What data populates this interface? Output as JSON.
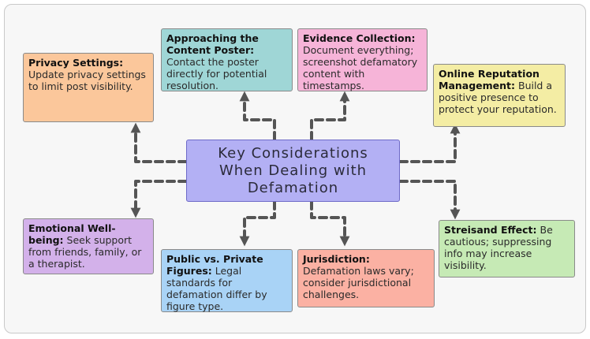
{
  "central": {
    "title": "Key Considerations When Dealing with Defamation"
  },
  "colors": {
    "central": "#b3b0f4",
    "privacy": "#fbc79b",
    "approaching": "#9fd6d6",
    "evidence": "#f6b4d8",
    "reputation": "#f4eda4",
    "emotional": "#d3b1ea",
    "public": "#a9d3f6",
    "jurisdiction": "#fbb1a3",
    "streisand": "#c6eab5",
    "arrow": "#555555"
  },
  "nodes": {
    "privacy": {
      "heading": "Privacy Settings:",
      "body": " Update privacy settings to limit post visibility."
    },
    "approaching": {
      "heading": "Approaching the Content Poster:",
      "body": " Contact the poster directly for potential resolution."
    },
    "evidence": {
      "heading": "Evidence Collection:",
      "body": " Document everything; screenshot defamatory content with timestamps."
    },
    "reputation": {
      "heading": "Online Reputation Management:",
      "body": " Build a positive presence to protect your reputation."
    },
    "emotional": {
      "heading": "Emotional Well-being:",
      "body": " Seek support from friends, family, or a therapist."
    },
    "public": {
      "heading": "Public vs. Private Figures:",
      "body": " Legal standards for defamation differ by figure type."
    },
    "jurisdiction": {
      "heading": "Jurisdiction:",
      "body": " Defamation laws vary; consider jurisdictional challenges."
    },
    "streisand": {
      "heading": "Streisand Effect:",
      "body": " Be cautious; suppressing info may increase visibility."
    }
  }
}
